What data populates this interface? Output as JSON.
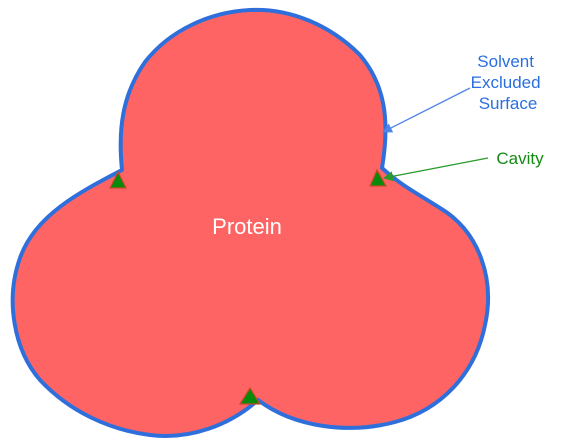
{
  "labels": {
    "protein": "Protein",
    "ses_line1": "Solvent",
    "ses_line2": "Excluded",
    "ses_line3": "Surface",
    "cavity": "Cavity"
  },
  "colors": {
    "protein_fill": "#fe6464",
    "surface_stroke": "#2f6fdb",
    "cavity_fill": "#0a8a0a",
    "cavity_edge": "#c84a2a",
    "protein_text": "#ffffff",
    "ses_text": "#2a6fe0",
    "ses_arrow": "#4f86e6",
    "cavity_text": "#148a14",
    "cavity_arrow": "#2a9a2a"
  }
}
